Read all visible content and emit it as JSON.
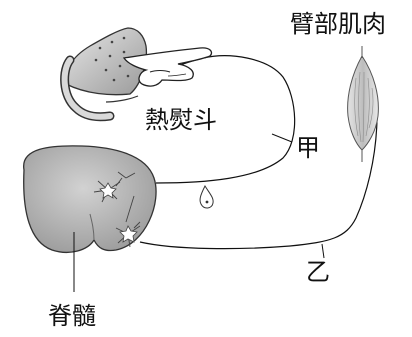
{
  "labels": {
    "iron": "熱熨斗",
    "arm_muscle": "臂部肌肉",
    "nerve_a": "甲",
    "nerve_b": "乙",
    "spinal_cord": "脊髓"
  },
  "colors": {
    "spinal_cord_fill": "#b9b9b9",
    "iron_body": "#c8c8c8",
    "muscle": "#cfcfcf",
    "line": "#111111"
  }
}
